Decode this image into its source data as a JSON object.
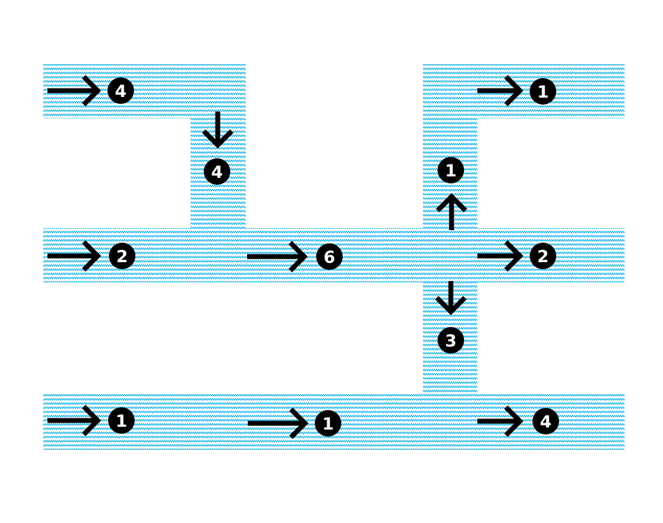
{
  "colors": {
    "band": "#19b4e6",
    "arrow": "#000000",
    "badge": "#000000",
    "badge_text": "#ffffff"
  },
  "flows": [
    {
      "direction": "right",
      "label": "4"
    },
    {
      "direction": "down",
      "label": "4"
    },
    {
      "direction": "right",
      "label": "2"
    },
    {
      "direction": "right",
      "label": "6"
    },
    {
      "direction": "up",
      "label": "1"
    },
    {
      "direction": "right",
      "label": "1"
    },
    {
      "direction": "right",
      "label": "2"
    },
    {
      "direction": "down",
      "label": "3"
    },
    {
      "direction": "right",
      "label": "1"
    },
    {
      "direction": "right",
      "label": "1"
    },
    {
      "direction": "right",
      "label": "4"
    }
  ]
}
